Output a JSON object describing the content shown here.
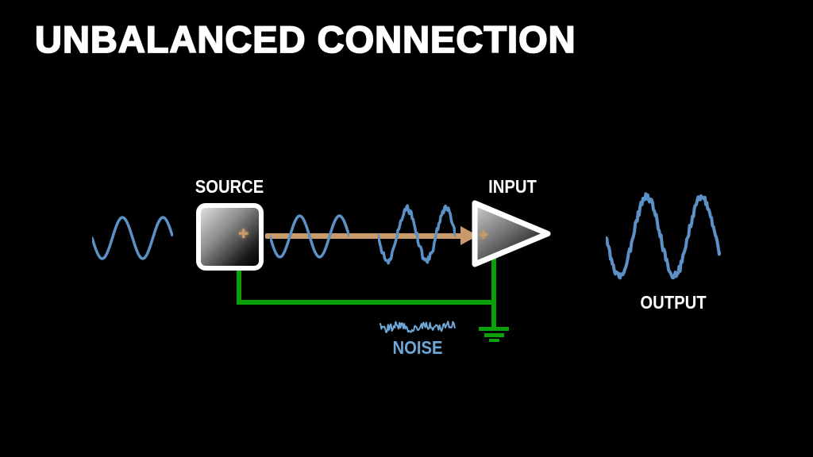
{
  "title": "UNBALANCED CONNECTION",
  "colors": {
    "background": "#000000",
    "signal_blue": "#5b91c6",
    "noise_text_blue": "#6fa8d6",
    "ground_green": "#0aa00a",
    "arrow_tan": "#c99a6a",
    "label_white": "#ffffff"
  },
  "diagram": {
    "source": {
      "label": "SOURCE",
      "polarity": "✚"
    },
    "input": {
      "label": "INPUT",
      "polarity": "✚"
    },
    "output": {
      "label": "OUTPUT"
    },
    "noise": {
      "label": "NOISE"
    }
  },
  "waves": {
    "source_signal": {
      "cycles": 2,
      "amplitude": 26,
      "noise": 0,
      "stroke": 3.5,
      "color": "#5b91c6",
      "seed": 3
    },
    "cable_clean_signal": {
      "cycles": 2,
      "amplitude": 26,
      "noise": 0,
      "stroke": 3.5,
      "color": "#5b91c6",
      "seed": 5
    },
    "cable_noisy_signal": {
      "cycles": 2,
      "amplitude": 33,
      "noise": 4.5,
      "stroke": 3.5,
      "color": "#5b91c6",
      "seed": 11
    },
    "output_signal": {
      "cycles": 2.1,
      "amplitude": 50,
      "noise": 5,
      "stroke": 4,
      "color": "#5b91c6",
      "seed": 17
    },
    "noise_floor": {
      "cycles": 3,
      "amplitude": 2.5,
      "noise": 5,
      "stroke": 2,
      "color": "#6fa8d6",
      "seed": 23
    }
  }
}
